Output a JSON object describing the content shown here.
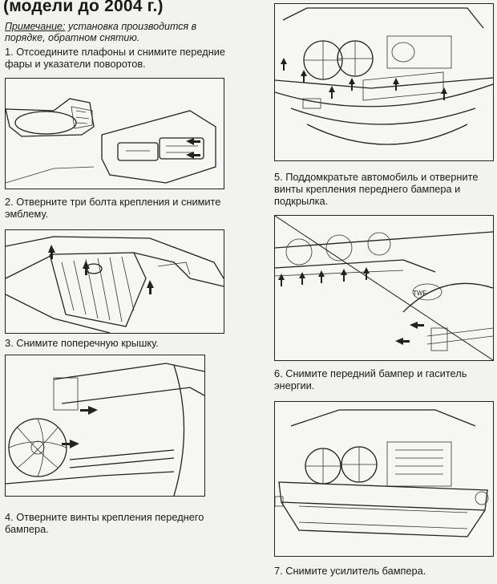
{
  "title": "(модели до 2004 г.)",
  "note": {
    "label": "Примечание:",
    "text": " установка производится в порядке, обратном снятию."
  },
  "steps": [
    {
      "text": "1. Отсоедините плафоны и снимите передние фары и указатели поворотов."
    },
    {
      "text": "2. Отверните три болта крепления и снимите эмблему."
    },
    {
      "text": "3. Снимите поперечную крышку."
    },
    {
      "text": "4. Отверните винты крепления переднего бампера."
    },
    {
      "text": "5. Поддомкратьте автомобиль и отверните винты крепления переднего бампера и подкрылка."
    },
    {
      "text": "6. Снимите передний бампер и гаситель энергии."
    },
    {
      "text": "7. Снимите усилитель бампера."
    }
  ],
  "illustrations": {
    "step1_tag": "",
    "step6_tag": "",
    "step6_label": "TWF"
  }
}
